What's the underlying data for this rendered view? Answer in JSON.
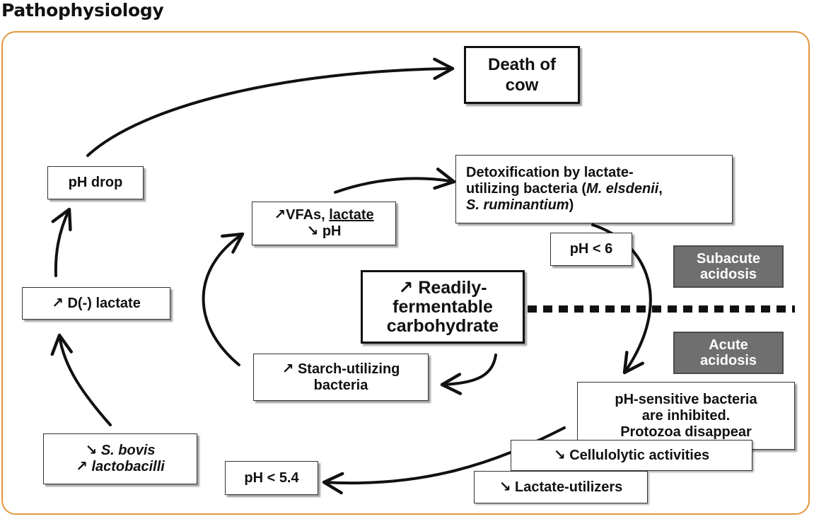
{
  "title": "Pathophysiology",
  "colors": {
    "frame_border": "#e3963e",
    "zone_box": "#6f6f6f"
  },
  "nodes": {
    "death": {
      "line1": "Death of",
      "line2": "cow"
    },
    "ph_drop": {
      "text": "pH drop"
    },
    "d_lactate": {
      "arrow": "↗",
      "text": "D(-) lactate"
    },
    "bovis": {
      "arrow1": "↘",
      "name1": "S. bovis",
      "arrow2": "↗",
      "name2": "lactobacilli"
    },
    "vfa": {
      "arrow1": "↗",
      "text1a": "VFAs, ",
      "text1b": "lactate",
      "arrow2": "↘",
      "text2": "pH"
    },
    "readily": {
      "arrow": "↗",
      "line1": "Readily-",
      "line2": "fermentable",
      "line3": "carbohydrate"
    },
    "starch": {
      "arrow": "↗",
      "line1": "Starch-utilizing",
      "line2": "bacteria"
    },
    "detox": {
      "line1": "Detoxification by lactate-",
      "line2a": "utilizing bacteria (",
      "line2b": "M. elsdenii",
      "line2c": ",",
      "line3a": "S. ruminantium",
      "line3b": ")"
    },
    "ph6": {
      "text": "pH < 6"
    },
    "ph54": {
      "text": "pH < 5.4"
    },
    "ph_sensitive": {
      "line1": "pH-sensitive bacteria",
      "line2": "are inhibited.",
      "line3": "Protozoa disappear"
    },
    "cellulolytic": {
      "arrow": "↘",
      "text": "Cellulolytic activities"
    },
    "lactate_utilizers": {
      "arrow": "↘",
      "text": "Lactate-utilizers"
    }
  },
  "zones": {
    "subacute": {
      "line1": "Subacute",
      "line2": "acidosis"
    },
    "acute": {
      "line1": "Acute",
      "line2": "acidosis"
    }
  }
}
